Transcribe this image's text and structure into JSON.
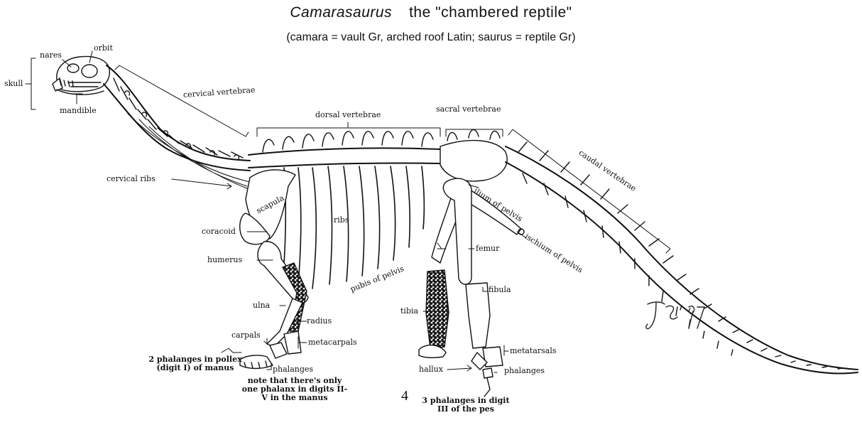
{
  "title": {
    "genus": "Camarasaurus",
    "meaning": "the \"chambered reptile\""
  },
  "subtitle": "(camara = vault Gr, arched roof Latin; saurus = reptile Gr)",
  "labels": {
    "nares": "nares",
    "orbit": "orbit",
    "skull": "skull",
    "mandible": "mandible",
    "cervical_vertebrae": "cervical vertebrae",
    "cervical_ribs": "cervical ribs",
    "dorsal_vertebrae": "dorsal vertebrae",
    "sacral_vertebrae": "sacral vertebrae",
    "caudal_vertebrae": "caudal vertebrae",
    "scapula": "scapula",
    "ribs": "ribs",
    "coracoid": "coracoid",
    "humerus": "humerus",
    "ulna": "ulna",
    "radius": "radius",
    "carpals": "carpals",
    "metacarpals": "metacarpals",
    "phalanges_manus": "phalanges",
    "ilium": "ilium of pelvis",
    "ischium": "ischium of pelvis",
    "pubis": "pubis of pelvis",
    "femur": "femur",
    "fibula": "fibula",
    "tibia": "tibia",
    "metatarsals": "metatarsals",
    "hallux": "hallux",
    "phalanges_pes": "phalanges"
  },
  "notes": {
    "pollex": "2 phalanges in pollex (digit I) of manus",
    "manus": "note that there's only one phalanx in digits II-V in the manus",
    "pes": "3 phalanges in digit III of the pes"
  },
  "page_number": "4",
  "signature": "JS '97"
}
